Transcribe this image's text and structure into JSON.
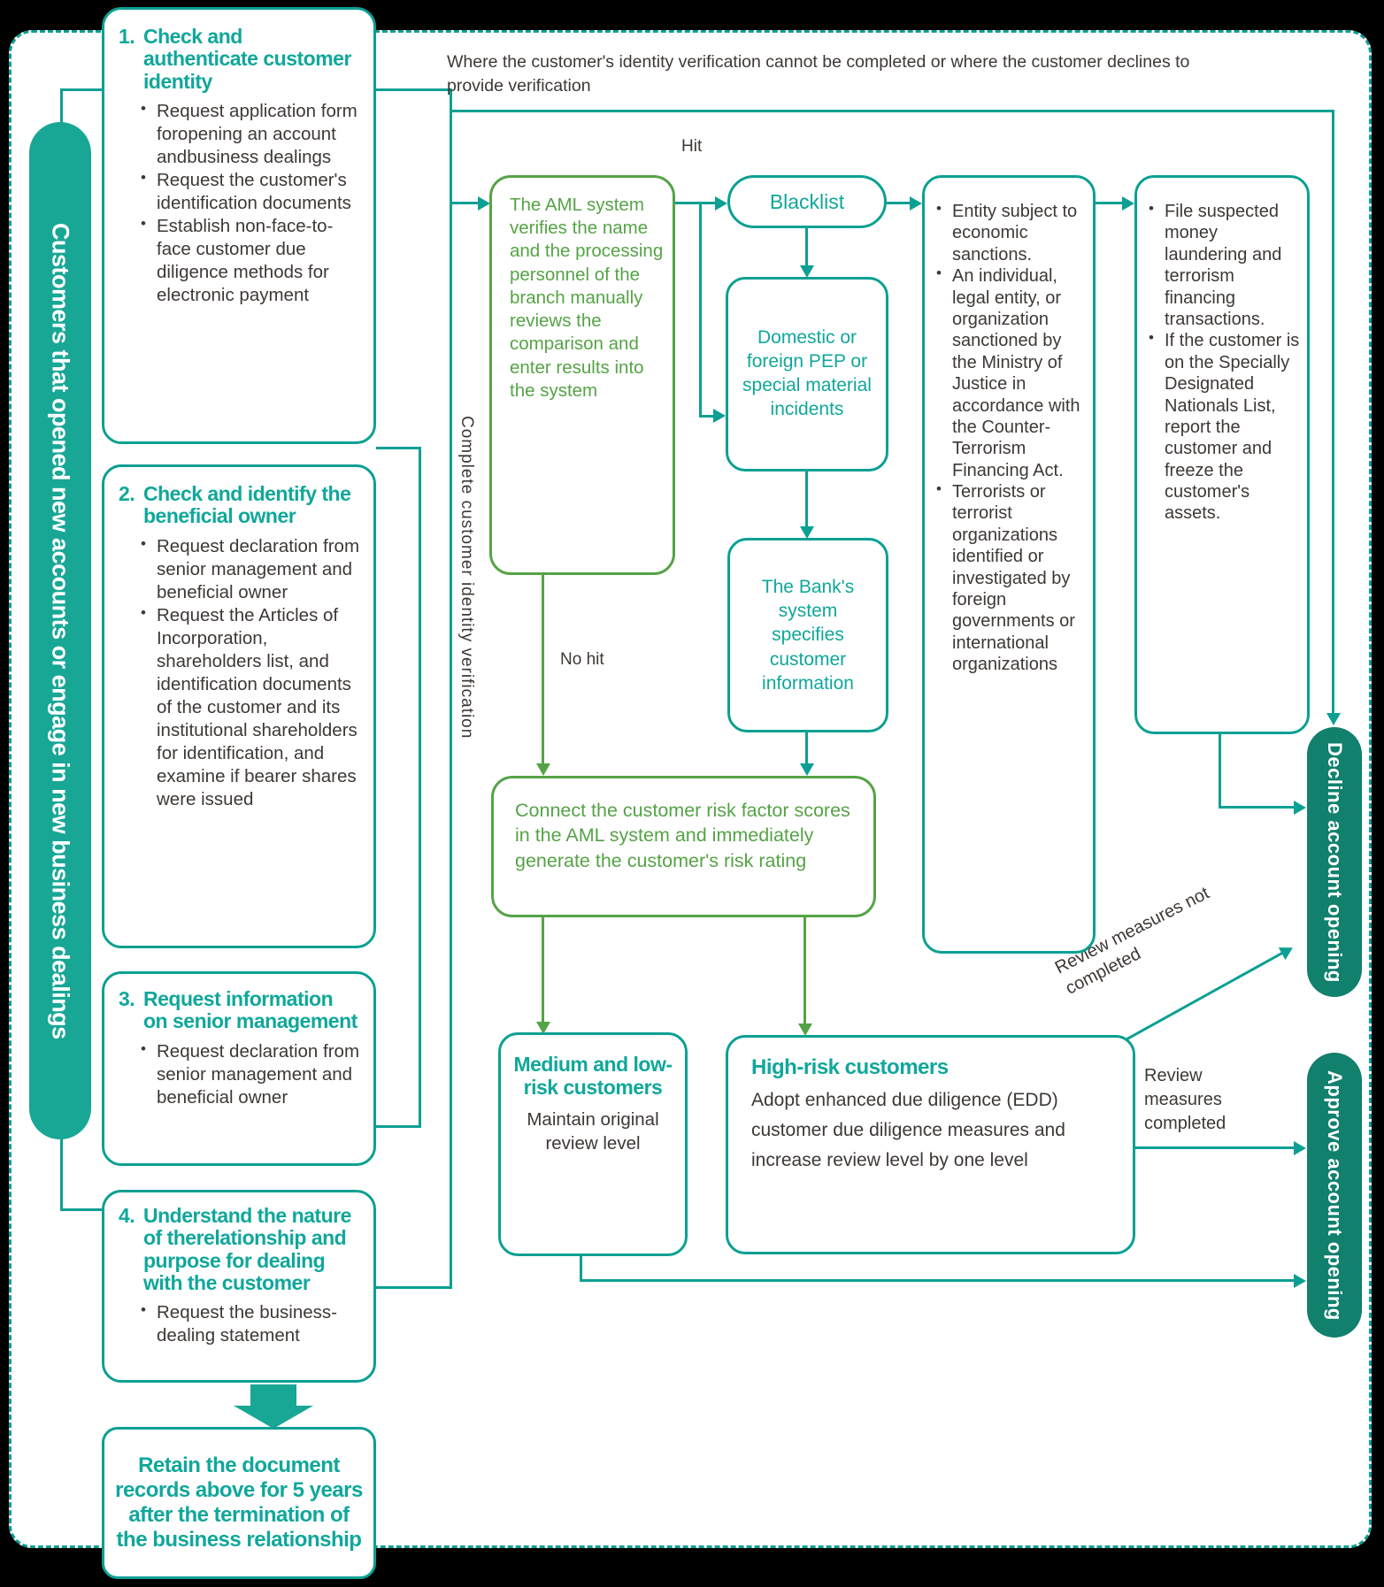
{
  "colors": {
    "teal_line": "#0ba093",
    "teal_heading": "#10a79b",
    "teal_pill_fill": "#11806d",
    "teal_bar_fill": "#18a795",
    "green": "#55a346",
    "text": "#3e3835"
  },
  "left_bar": {
    "label": "Customers that opened new accounts or engage in new business dealings"
  },
  "steps": [
    {
      "num": "1.",
      "title": "Check and authenticate customer identity",
      "bullets": [
        "Request application form foropening an account andbusiness dealings",
        "Request the customer's identification documents",
        "Establish non-face-to-face customer due diligence methods for electronic payment"
      ]
    },
    {
      "num": "2.",
      "title": "Check and identify the beneficial owner",
      "bullets": [
        "Request declaration from senior management and beneficial owner",
        "Request the Articles of Incorporation, shareholders list, and identification documents of the customer and its institutional shareholders for identification, and examine if bearer shares were issued"
      ]
    },
    {
      "num": "3.",
      "title": "Request information on senior management",
      "bullets": [
        "Request declaration from senior management and beneficial owner"
      ]
    },
    {
      "num": "4.",
      "title": "Understand the nature of therelationship and purpose for dealing with the customer",
      "bullets": [
        "Request the business-dealing statement"
      ]
    }
  ],
  "retain_box": {
    "text": "Retain the document records above for 5 years after the termination of the business relationship"
  },
  "top_note": {
    "text": "Where the customer's identity verification cannot be completed or where the customer declines to provide verification"
  },
  "labels": {
    "hit": "Hit",
    "no_hit": "No hit",
    "complete_verification": "Complete customer identity verification",
    "review_not_completed": "Review measures not completed",
    "review_completed": "Review measures completed"
  },
  "aml_box": {
    "text": "The AML system verifies the name and the processing personnel of the branch manually reviews the comparison and enter results into the system"
  },
  "blacklist": {
    "label": "Blacklist"
  },
  "pep_box": {
    "text": "Domestic or foreign PEP or special material incidents"
  },
  "bank_box": {
    "text": "The Bank's system specifies customer information"
  },
  "connect_box": {
    "text": "Connect the customer risk factor scores in the AML system and immediately generate the customer's risk rating"
  },
  "entity_box": {
    "bullets": [
      "Entity subject to economic sanctions.",
      "An individual, legal entity, or organization sanctioned by the Ministry of Justice in accordance with the Counter-Terrorism Financing Act.",
      "Terrorists or terrorist organizations identified or investigated by foreign governments or international organizations"
    ]
  },
  "file_box": {
    "bullets": [
      "File suspected money laundering and terrorism financing transactions.",
      "If the customer is on the Specially Designated Nationals List, report the customer and freeze the customer's assets."
    ]
  },
  "medium_low_box": {
    "title": "Medium and low-risk customers",
    "body": "Maintain original review level"
  },
  "high_risk_box": {
    "title": "High-risk customers",
    "body": "Adopt enhanced due diligence (EDD) customer due diligence measures and increase review level by one level"
  },
  "decline_pill": {
    "label": "Decline account opening"
  },
  "approve_pill": {
    "label": "Approve account opening"
  }
}
